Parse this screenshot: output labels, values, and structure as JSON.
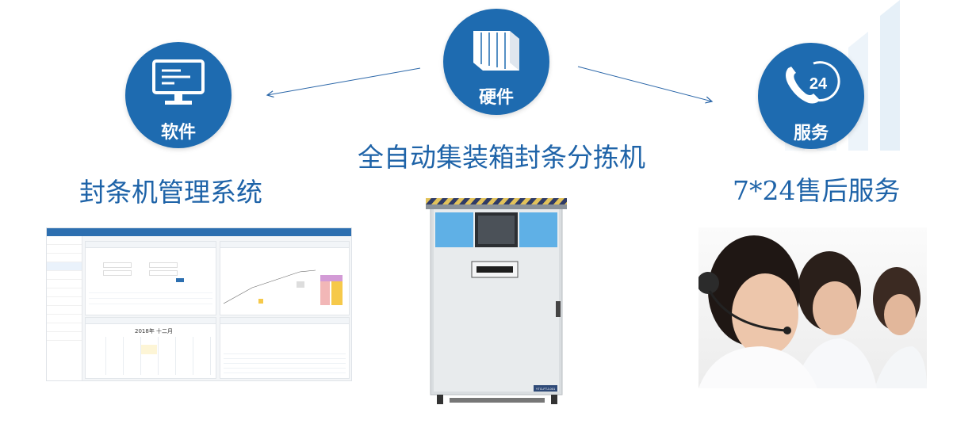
{
  "hardware": {
    "circle_label": "硬件",
    "title": "全自动集装箱封条分拣机",
    "icon": "server-rack-icon"
  },
  "software": {
    "circle_label": "软件",
    "title": "封条机管理系统",
    "icon": "computer-monitor-icon"
  },
  "service": {
    "circle_label": "服务",
    "title": "7*24售后服务",
    "icon": "phone-24-icon",
    "icon_text": "24"
  },
  "software_screenshot": {
    "calendar_title": "2018年 十二月"
  },
  "machine": {
    "plate": "YTG-FTJ-001"
  },
  "colors": {
    "brand_blue": "#1e6bb0",
    "title_blue": "#1e63a8"
  }
}
